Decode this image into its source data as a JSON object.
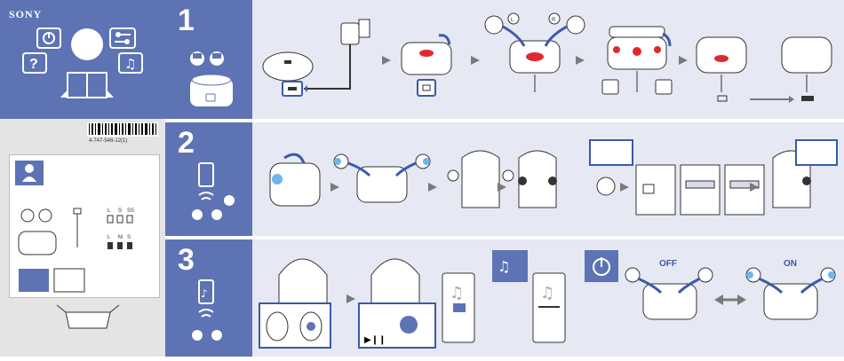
{
  "brand": "SONY",
  "barcode_number": "4-747-548-12(1)",
  "steps": [
    {
      "number": "1"
    },
    {
      "number": "2"
    },
    {
      "number": "3"
    }
  ],
  "labels": {
    "left": "L",
    "right": "R",
    "off": "OFF",
    "on": "ON",
    "sizes_row1": [
      "L",
      "S",
      "SS"
    ],
    "sizes_row2": [
      "L",
      "M",
      "S"
    ]
  },
  "colors": {
    "primary_blue": "#5e73b4",
    "panel_light": "#e6e8f3",
    "indicator_red": "#e0282e",
    "arrow_gray": "#7a7a7a",
    "accent_blue": "#3a5ba8"
  }
}
